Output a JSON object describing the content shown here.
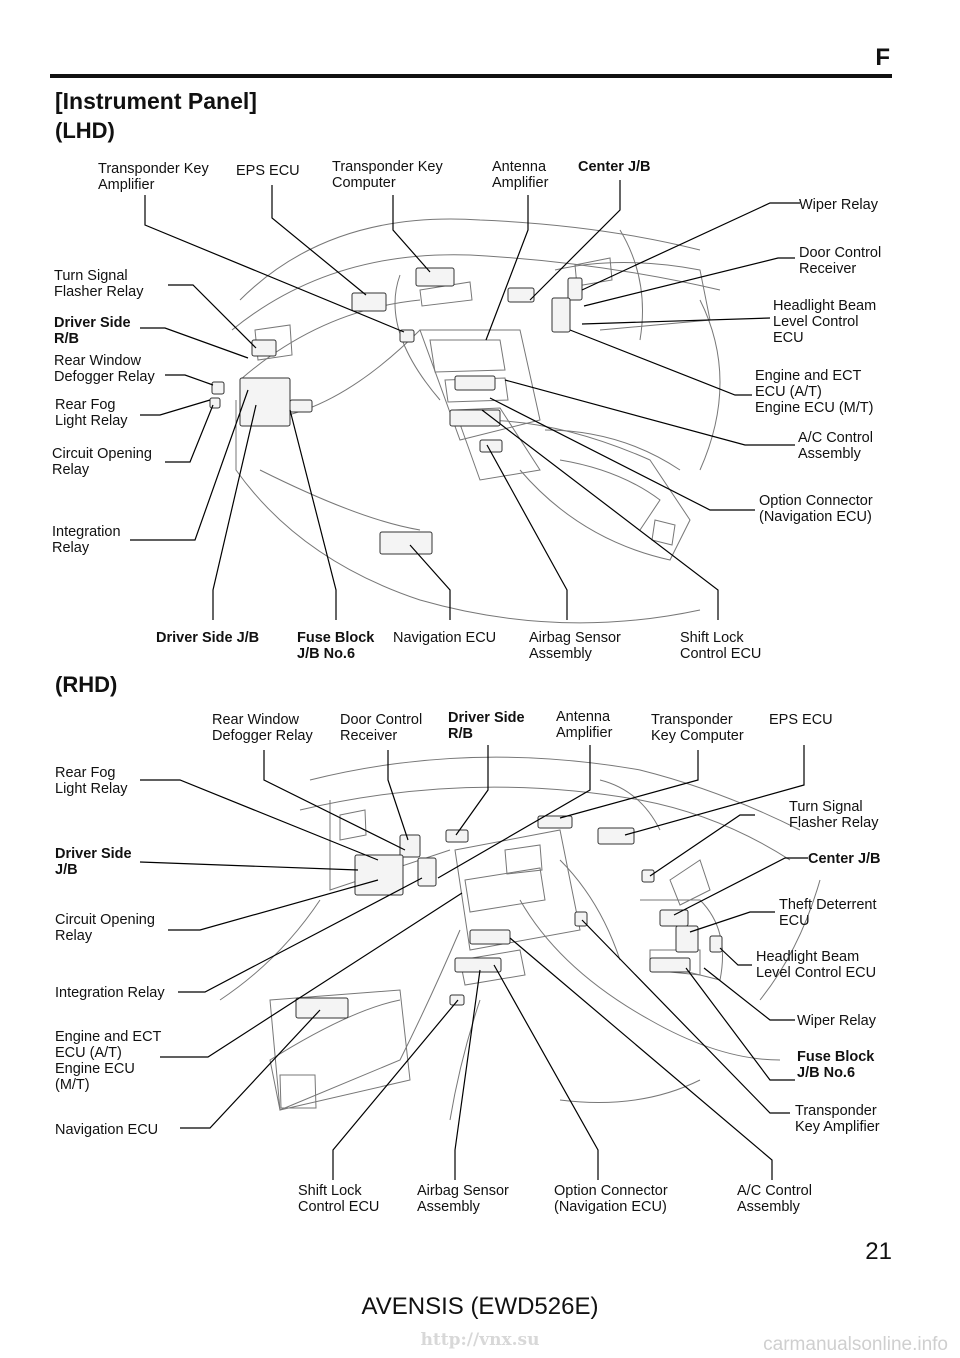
{
  "page": {
    "section_letter": "F",
    "title": "[Instrument Panel]",
    "page_number": "21",
    "footer": "AVENSIS (EWD526E)",
    "watermark_url": "http://vnx.su",
    "watermark_site": "carmanualsonline.info"
  },
  "lhd": {
    "heading": "(LHD)",
    "labels": {
      "transponder_key_amplifier": "Transponder Key\nAmplifier",
      "eps_ecu": "EPS ECU",
      "transponder_key_computer": "Transponder Key\nComputer",
      "antenna_amplifier": "Antenna\nAmplifier",
      "center_jb": "Center J/B",
      "wiper_relay": "Wiper Relay",
      "door_control_receiver": "Door Control\nReceiver",
      "headlight_beam_level": "Headlight Beam\nLevel Control\nECU",
      "engine_ecu": "Engine and ECT\nECU (A/T)\nEngine ECU (M/T)",
      "ac_control": "A/C Control\nAssembly",
      "option_connector": "Option Connector\n(Navigation ECU)",
      "turn_signal": "Turn Signal\nFlasher Relay",
      "driver_side_rb": "Driver Side\nR/B",
      "rear_window_defogger": "Rear Window\nDefogger Relay",
      "rear_fog": "Rear Fog\nLight Relay",
      "circuit_opening": "Circuit Opening\nRelay",
      "integration_relay": "Integration\nRelay",
      "driver_side_jb": "Driver Side J/B",
      "fuse_block": "Fuse Block\nJ/B No.6",
      "navigation_ecu": "Navigation ECU",
      "airbag_sensor": "Airbag Sensor\nAssembly",
      "shift_lock": "Shift Lock\nControl ECU"
    }
  },
  "rhd": {
    "heading": "(RHD)",
    "labels": {
      "rear_window_defogger": "Rear Window\nDefogger Relay",
      "door_control_receiver": "Door Control\nReceiver",
      "driver_side_rb": "Driver Side\nR/B",
      "antenna_amplifier": "Antenna\nAmplifier",
      "transponder_key_computer": "Transponder\nKey Computer",
      "eps_ecu": "EPS ECU",
      "rear_fog": "Rear Fog\nLight Relay",
      "turn_signal": "Turn Signal\nFlasher Relay",
      "driver_side_jb": "Driver Side\nJ/B",
      "center_jb": "Center J/B",
      "theft_deterrent": "Theft Deterrent\nECU",
      "circuit_opening": "Circuit Opening\nRelay",
      "headlight_beam_level": "Headlight Beam\nLevel Control ECU",
      "integration_relay": "Integration Relay",
      "wiper_relay": "Wiper Relay",
      "engine_ecu": "Engine and ECT\nECU (A/T)\nEngine ECU\n(M/T)",
      "fuse_block": "Fuse Block\nJ/B No.6",
      "transponder_key_amplifier": "Transponder\nKey Amplifier",
      "navigation_ecu": "Navigation ECU",
      "shift_lock": "Shift Lock\nControl ECU",
      "airbag_sensor": "Airbag Sensor\nAssembly",
      "option_connector": "Option Connector\n(Navigation ECU)",
      "ac_control": "A/C Control\nAssembly"
    }
  }
}
